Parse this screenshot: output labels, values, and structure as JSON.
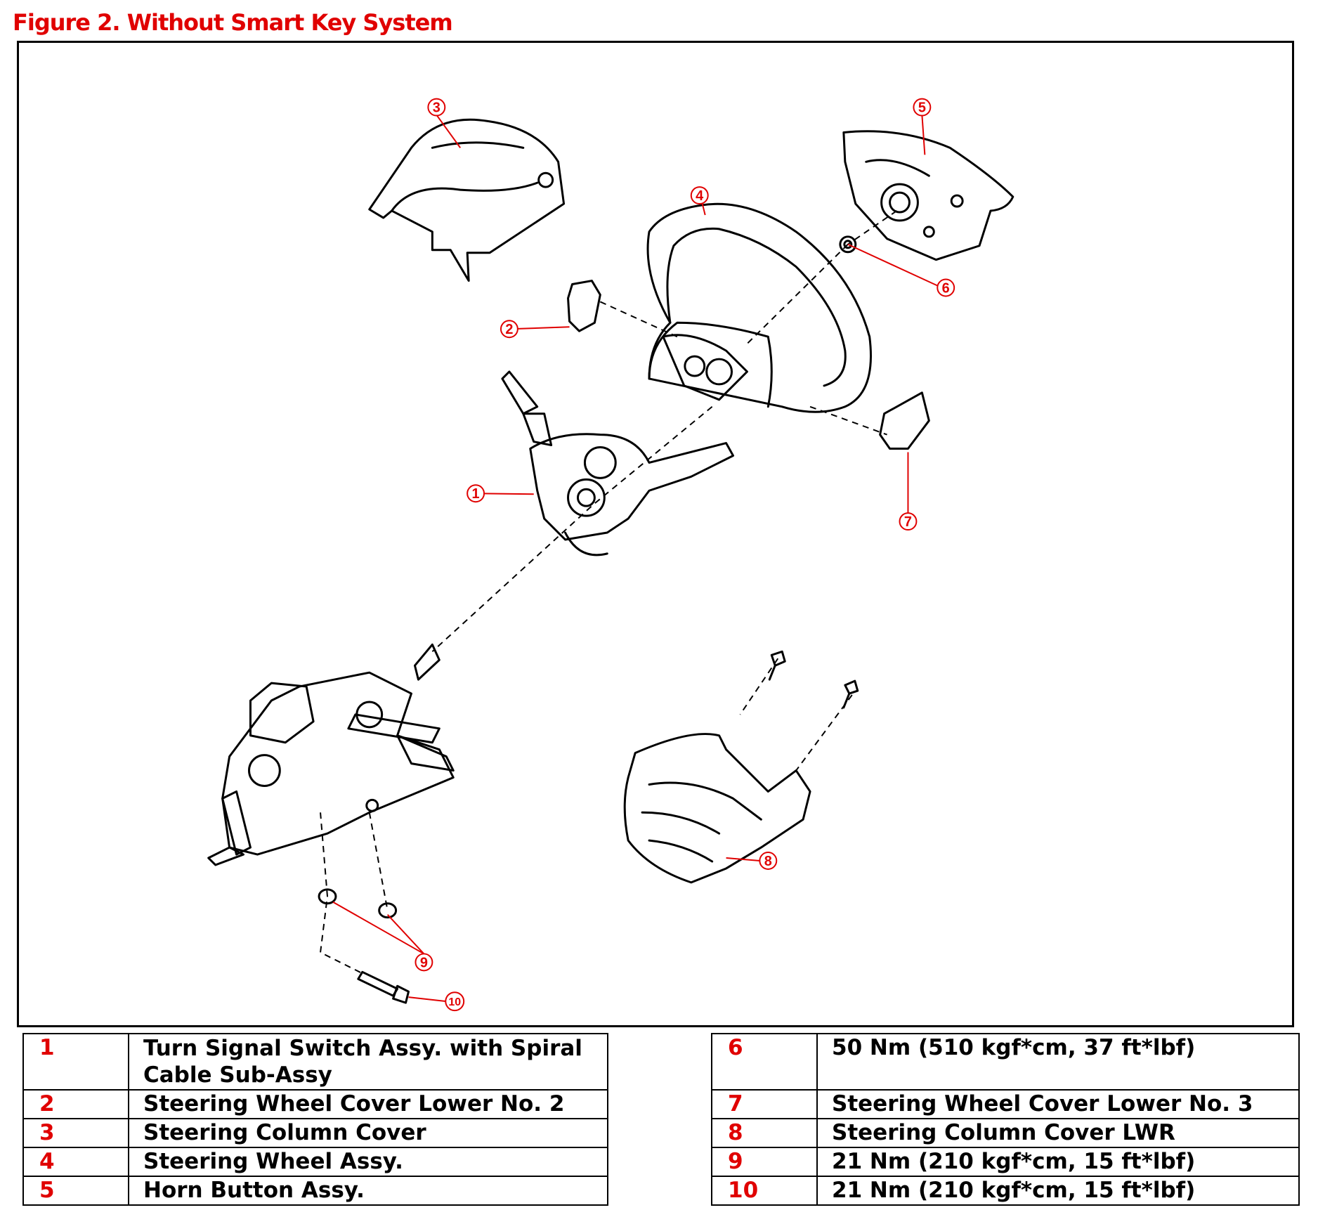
{
  "title": "Figure 2. Without Smart Key System",
  "colors": {
    "accent": "#e00000",
    "line": "#000000"
  },
  "callouts": [
    "1",
    "2",
    "3",
    "4",
    "5",
    "6",
    "7",
    "8",
    "9",
    "10"
  ],
  "legend": {
    "left": [
      {
        "num": "1",
        "text": "Turn Signal Switch Assy. with Spiral Cable Sub-Assy"
      },
      {
        "num": "2",
        "text": "Steering Wheel Cover Lower No. 2"
      },
      {
        "num": "3",
        "text": "Steering Column Cover"
      },
      {
        "num": "4",
        "text": "Steering Wheel Assy."
      },
      {
        "num": "5",
        "text": "Horn Button Assy."
      }
    ],
    "right": [
      {
        "num": "6",
        "text": "50 Nm (510 kgf*cm, 37 ft*lbf)"
      },
      {
        "num": "7",
        "text": "Steering Wheel Cover Lower No. 3"
      },
      {
        "num": "8",
        "text": "Steering Column Cover LWR"
      },
      {
        "num": "9",
        "text": "21 Nm (210 kgf*cm, 15 ft*lbf)"
      },
      {
        "num": "10",
        "text": "21 Nm (210 kgf*cm, 15 ft*lbf)"
      }
    ]
  }
}
